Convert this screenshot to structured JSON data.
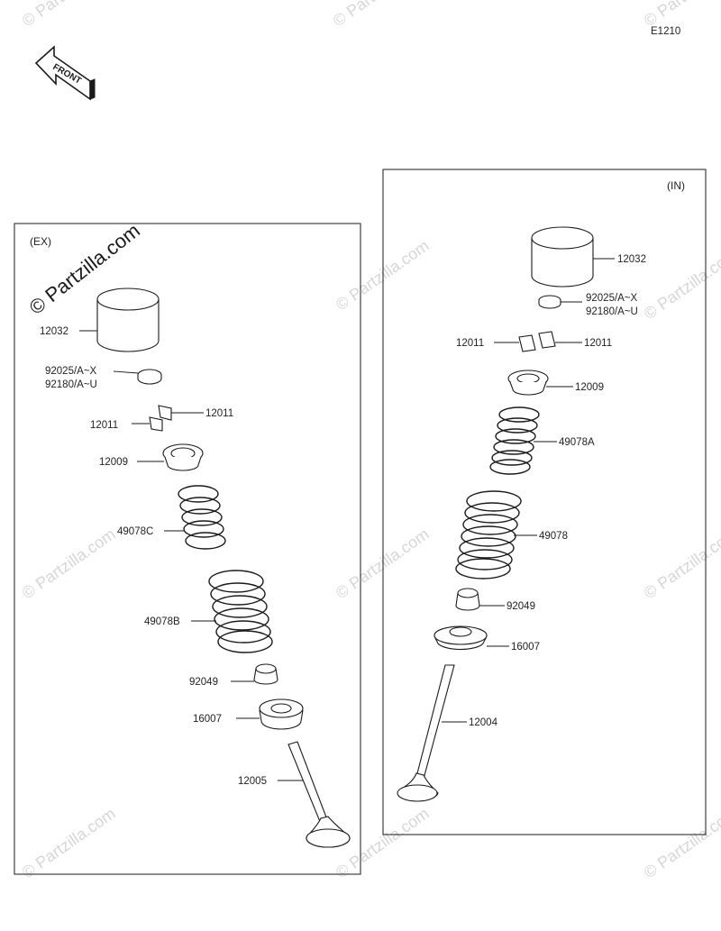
{
  "diagram": {
    "code": "E1210",
    "front_label": "FRONT",
    "watermark": "© Partzilla.com",
    "ex_panel": {
      "label": "(EX)",
      "parts": {
        "lifter": "12032",
        "shim_a": "92025/A~X",
        "shim_b": "92180/A~U",
        "cotter_left": "12011",
        "cotter_right": "12011",
        "retainer": "12009",
        "spring_inner": "49078C",
        "spring_outer": "49078B",
        "seal": "92049",
        "seat": "16007",
        "valve": "12005"
      }
    },
    "in_panel": {
      "label": "(IN)",
      "parts": {
        "lifter": "12032",
        "shim_a": "92025/A~X",
        "shim_b": "92180/A~U",
        "cotter_left": "12011",
        "cotter_right": "12011",
        "retainer": "12009",
        "spring_inner": "49078A",
        "spring_outer": "49078",
        "seal": "92049",
        "seat": "16007",
        "valve": "12004"
      }
    }
  }
}
